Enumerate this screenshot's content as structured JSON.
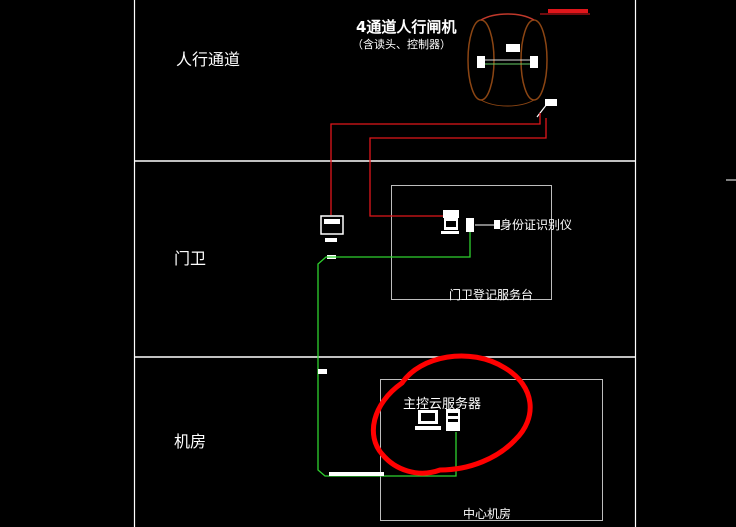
{
  "zones": {
    "pedestrian": "人行通道",
    "guard": "门卫",
    "server_room": "机房"
  },
  "turnstile": {
    "title": "4通道人行闸机",
    "subtitle": "（含读头、控制器）"
  },
  "guard_desk": {
    "id_reader": "身份证识别仪",
    "box_label": "门卫登记服务台"
  },
  "server": {
    "label": "主控云服务器",
    "box_label": "中心机房"
  },
  "colors": {
    "background": "#000000",
    "divider": "#ffffff",
    "box_border": "#bdbdbd",
    "red_cable": "#e0161b",
    "green_cable": "#2fd12f",
    "highlight_circle": "#ff0000",
    "turnstile_outline": "#8b4513"
  },
  "icons": [
    "turnstile-icon",
    "camera-icon",
    "monitor-icon",
    "workstation-icon",
    "id-reader-icon",
    "server-icon",
    "switch-icon"
  ]
}
